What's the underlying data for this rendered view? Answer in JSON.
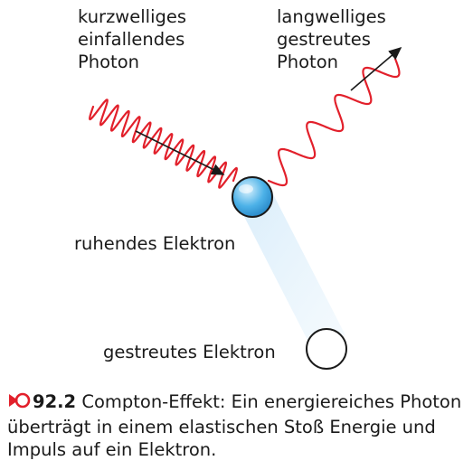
{
  "labels": {
    "incoming": [
      "kurzwelliges",
      "einfallendes",
      "Photon"
    ],
    "scattered_photon": [
      "langwelliges",
      "gestreutes",
      "Photon"
    ],
    "resting_electron": "ruhendes Elektron",
    "scattered_electron": "gestreutes Elektron"
  },
  "caption": {
    "number": "92.2",
    "text": "Compton-Effekt: Ein energiereiches Photon überträgt in einem elastischen Stoß Energie und Impuls auf ein Elektron."
  },
  "colors": {
    "wave": "#e2202b",
    "electron": "#3aa3df",
    "electron_light": "#b9e2f7",
    "trail": "#cfe8f8",
    "text": "#1a1a1a",
    "caption_icon": "#e2202b"
  },
  "icons": {
    "caption_marker": "red-arrow-circle-icon"
  }
}
